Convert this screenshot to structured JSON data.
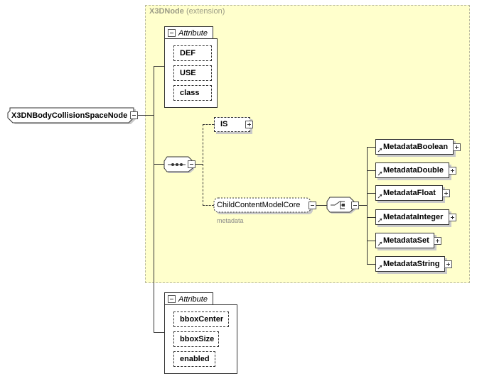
{
  "extension": {
    "base": "X3DNode",
    "kind": "(extension)"
  },
  "root": {
    "label": "X3DNBodyCollisionSpaceNode"
  },
  "attribute_groups": [
    {
      "title": "Attribute",
      "items": [
        "DEF",
        "USE",
        "class"
      ]
    },
    {
      "title": "Attribute",
      "items": [
        "bboxCenter",
        "bboxSize",
        "enabled"
      ]
    }
  ],
  "sequence": {
    "is_label": "IS"
  },
  "group_ref": {
    "label": "ChildContentModelCore",
    "caption": "metadata"
  },
  "choice_items": [
    "MetadataBoolean",
    "MetadataDouble",
    "MetadataFloat",
    "MetadataInteger",
    "MetadataSet",
    "MetadataString"
  ],
  "colors": {
    "extension_fill": "#ffffcc",
    "line": "#333333",
    "caption": "#888888"
  }
}
